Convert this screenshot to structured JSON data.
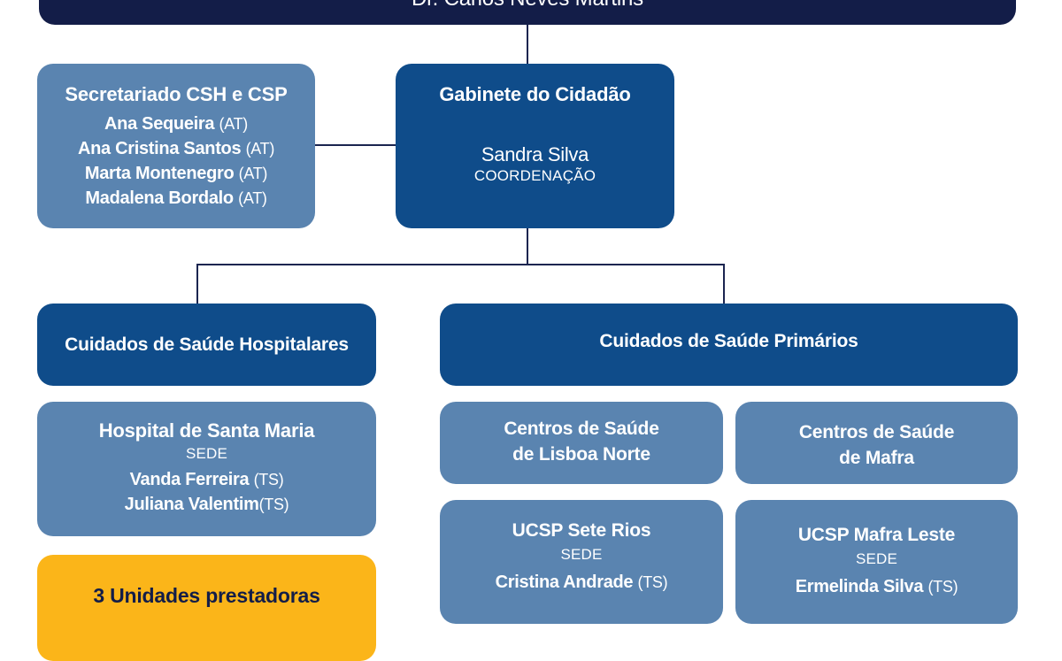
{
  "colors": {
    "navy": "#131d48",
    "dark_blue": "#0f4c8a",
    "light_blue": "#5a84b0",
    "yellow": "#fbb519",
    "connector": "#1b2550",
    "text_light": "#ffffff"
  },
  "director": {
    "name": "Dr. Carlos Neves Martins"
  },
  "secretariado": {
    "title": "Secretariado CSH e CSP",
    "members": [
      {
        "name": "Ana Sequeira",
        "role": "(AT)"
      },
      {
        "name": "Ana Cristina Santos",
        "role": "(AT)"
      },
      {
        "name": "Marta Montenegro",
        "role": "(AT)"
      },
      {
        "name": "Madalena Bordalo",
        "role": "(AT)"
      }
    ]
  },
  "gabinete": {
    "title": "Gabinete do Cidadão",
    "coordinator": "Sandra Silva",
    "coordinator_role": "COORDENAÇÃO"
  },
  "csh": {
    "title": "Cuidados de Saúde Hospitalares",
    "hospital": {
      "title": "Hospital de Santa Maria",
      "tag": "SEDE",
      "members": [
        {
          "name": "Vanda Ferreira",
          "role": "(TS)",
          "spaced": true
        },
        {
          "name": "Juliana Valentim",
          "role": "(TS)",
          "spaced": false
        }
      ]
    },
    "unidades": {
      "title": "3 Unidades prestadoras"
    }
  },
  "csp": {
    "title": "Cuidados de Saúde Primários",
    "centros": [
      {
        "line1": "Centros de Saúde",
        "line2": "de Lisboa Norte"
      },
      {
        "line1": "Centros de Saúde",
        "line2": "de Mafra"
      }
    ],
    "ucsp": [
      {
        "title": "UCSP Sete Rios",
        "tag": "SEDE",
        "member": {
          "name": "Cristina Andrade",
          "role": "(TS)"
        }
      },
      {
        "title": "UCSP Mafra Leste",
        "tag": "SEDE",
        "member": {
          "name": "Ermelinda Silva",
          "role": "(TS)"
        }
      }
    ]
  }
}
